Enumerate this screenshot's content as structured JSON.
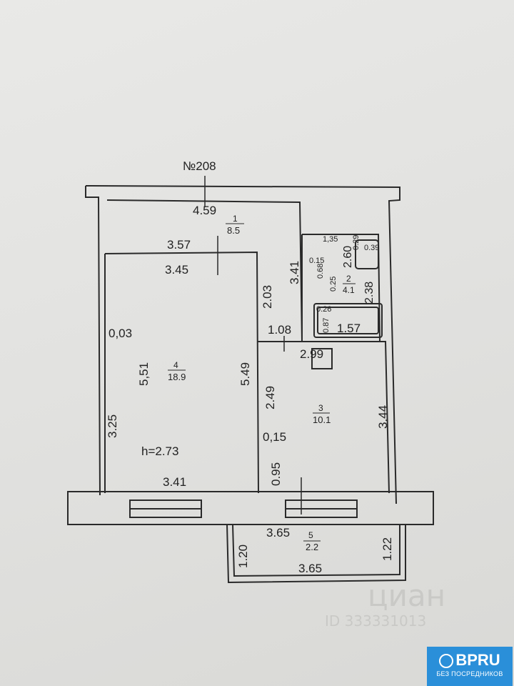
{
  "plan": {
    "apartment_number": "№208",
    "rooms": {
      "r1": {
        "number": "1",
        "area": "8.5"
      },
      "r2": {
        "number": "2",
        "area": "4.1"
      },
      "r3": {
        "number": "3",
        "area": "10.1"
      },
      "r4": {
        "number": "4",
        "area": "18.9"
      },
      "r5": {
        "number": "5",
        "area": "2.2"
      }
    },
    "ceiling_height": "h=2.73",
    "dimensions": {
      "d459": "4.59",
      "d357": "3.57",
      "d345": "3.45",
      "d341a": "3.41",
      "d203": "2.03",
      "d108": "1.08",
      "d135": "1,35",
      "d029": "0.29",
      "d039": "0.39",
      "d260": "2.60",
      "d015a": "0.15",
      "d068": "0.68",
      "d025": "0.25",
      "d238": "2.38",
      "d026": "0.26",
      "d087": "0.87",
      "d157": "1.57",
      "d299": "2.99",
      "d003": "0,03",
      "d551": "5,51",
      "d549": "5.49",
      "d249": "2.49",
      "d344": "3.44",
      "d325": "3.25",
      "d015b": "0,15",
      "d095": "0.95",
      "d341b": "3.41",
      "d365a": "3.65",
      "d120": "1.20",
      "d122": "1.22",
      "d365b": "3.65"
    }
  },
  "watermark": {
    "brand": "циан",
    "id": "ID 333331013"
  },
  "badge": {
    "brand": "BPRU",
    "subtitle": "БЕЗ ПОСРЕДНИКОВ"
  }
}
